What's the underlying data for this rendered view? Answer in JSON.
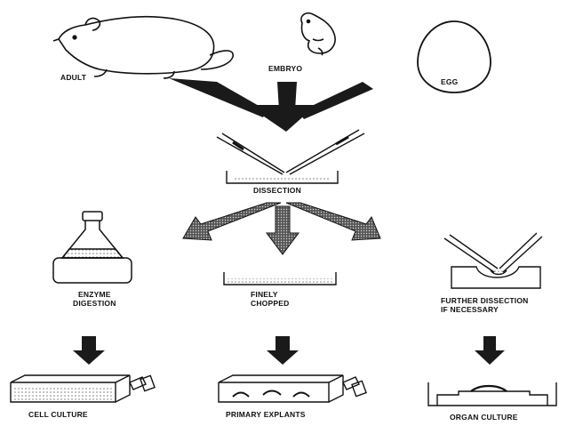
{
  "labels": {
    "adult": "ADULT",
    "embryo": "EMBRYO",
    "egg": "EGG",
    "dissection": "DISSECTION",
    "enzyme_line1": "ENZYME",
    "enzyme_line2": "DIGESTION",
    "finely_line1": "FINELY",
    "finely_line2": "CHOPPED",
    "further_line1": "FURTHER DISSECTION",
    "further_line2": "IF NECESSARY",
    "cell_culture": "CELL CULTURE",
    "primary_explants": "PRIMARY EXPLANTS",
    "organ_culture": "ORGAN CULTURE"
  },
  "colors": {
    "ink": "#111111",
    "paper": "#ffffff",
    "arrow_fill": "#1a1a1a"
  }
}
